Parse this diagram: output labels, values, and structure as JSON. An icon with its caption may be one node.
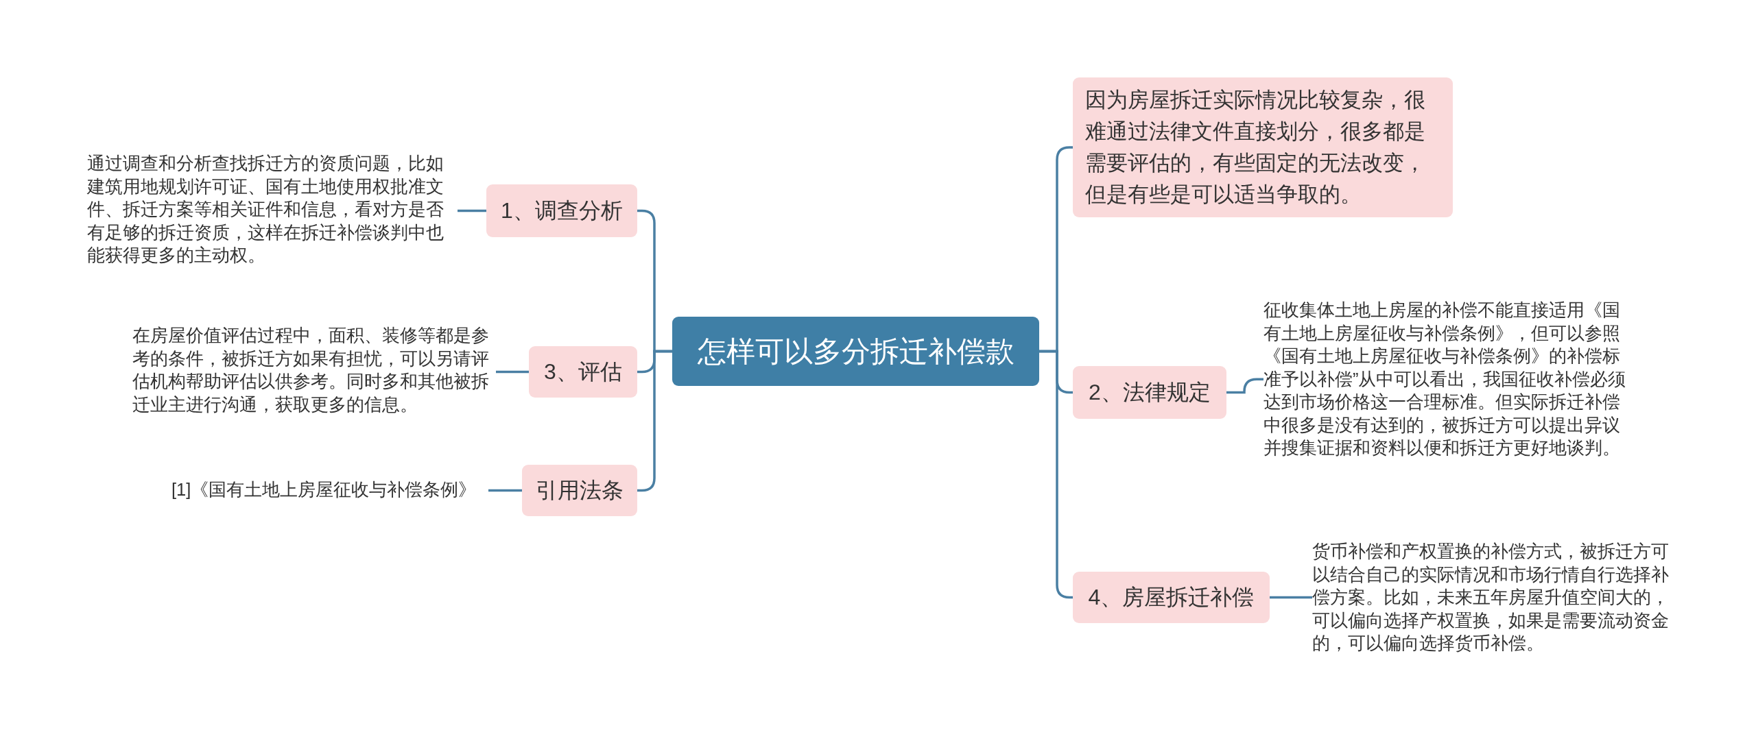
{
  "diagram": {
    "nodes": [
      {
        "text": [
          "怎样可以多分拆迁补偿款"
        ]
      },
      {
        "text": [
          "1、调查分析"
        ]
      },
      {
        "text": [
          "通过调查和分析查找拆迁方的资质问题，比如建筑用地规划许可证、国有土地使用权批准文件、拆迁方案等相关证件和信息，看对方是否有足够的拆迁资质，这样在拆迁补偿谈判中也能获得更多的主动权。"
        ]
      },
      {
        "text": [
          "3、评估"
        ]
      },
      {
        "text": [
          "在房屋价值评估过程中，面积、装修等都是参考的条件，被拆迁方如果有担忧，可以另请评估机构帮助评估以供参考。同时多和其他被拆迁业主进行沟通，获取更多的信息。"
        ]
      },
      {
        "text": [
          "引用法条"
        ]
      },
      {
        "text": [
          "[1]《国有土地上房屋征收与补偿条例》"
        ]
      },
      {
        "text": [
          "因为房屋拆迁实际情况比较复杂，很难通过法律文件直接划分，很多都是需要评估的，有些固定的无法改变，但是有些是可以适当争取的。"
        ]
      },
      {
        "text": [
          "2、法律规定"
        ]
      },
      {
        "text": [
          "征收集体土地上房屋的补偿不能直接适用《国有土地上房屋征收与补偿条例》，但可以参照《国有土地上房屋征收与补偿条例》的补偿标准予以补偿”从中可以看出，我国征收补偿必须达到市场价格这一合理标准。但实际拆迁补偿中很多是没有达到的，被拆迁方可以提出异议并搜集证据和资料以便和拆迁方更好地谈判。"
        ]
      },
      {
        "text": [
          "4、房屋拆迁补偿"
        ]
      },
      {
        "text": [
          "货币补偿和产权置换的补偿方式，被拆迁方可以结合自己的实际情况和市场行情自行选择补偿方案。比如，未来五年房屋升值空间大的，可以偏向选择产权置换，如果是需要流动资金的，可以偏向选择货币补偿。"
        ]
      }
    ],
    "edges": [
      {
        "from": 0,
        "to": 1,
        "arrow": "none"
      },
      {
        "from": 1,
        "to": 2,
        "arrow": "none"
      },
      {
        "from": 0,
        "to": 3,
        "arrow": "none"
      },
      {
        "from": 3,
        "to": 4,
        "arrow": "none"
      },
      {
        "from": 0,
        "to": 5,
        "arrow": "none"
      },
      {
        "from": 5,
        "to": 6,
        "arrow": "none"
      },
      {
        "from": 0,
        "to": 7,
        "arrow": "none"
      },
      {
        "from": 0,
        "to": 8,
        "arrow": "none"
      },
      {
        "from": 8,
        "to": 9,
        "arrow": "none"
      },
      {
        "from": 0,
        "to": 10,
        "arrow": "none"
      },
      {
        "from": 10,
        "to": 11,
        "arrow": "none"
      }
    ]
  }
}
